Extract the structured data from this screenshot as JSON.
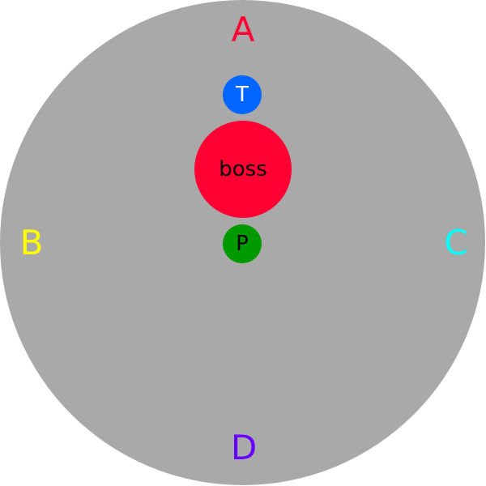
{
  "arena": {
    "color": "#a9a9a9"
  },
  "markers": {
    "a": {
      "label": "A",
      "color": "#ff0033"
    },
    "b": {
      "label": "B",
      "color": "#ffff00"
    },
    "c": {
      "label": "C",
      "color": "#00ffff"
    },
    "d": {
      "label": "D",
      "color": "#6600ff"
    }
  },
  "units": {
    "tank": {
      "label": "T",
      "color": "#0066ff",
      "text_color": "#ffffff"
    },
    "boss": {
      "label": "boss",
      "color": "#ff0033",
      "text_color": "#000000"
    },
    "player": {
      "label": "P",
      "color": "#009900",
      "text_color": "#000000"
    }
  }
}
